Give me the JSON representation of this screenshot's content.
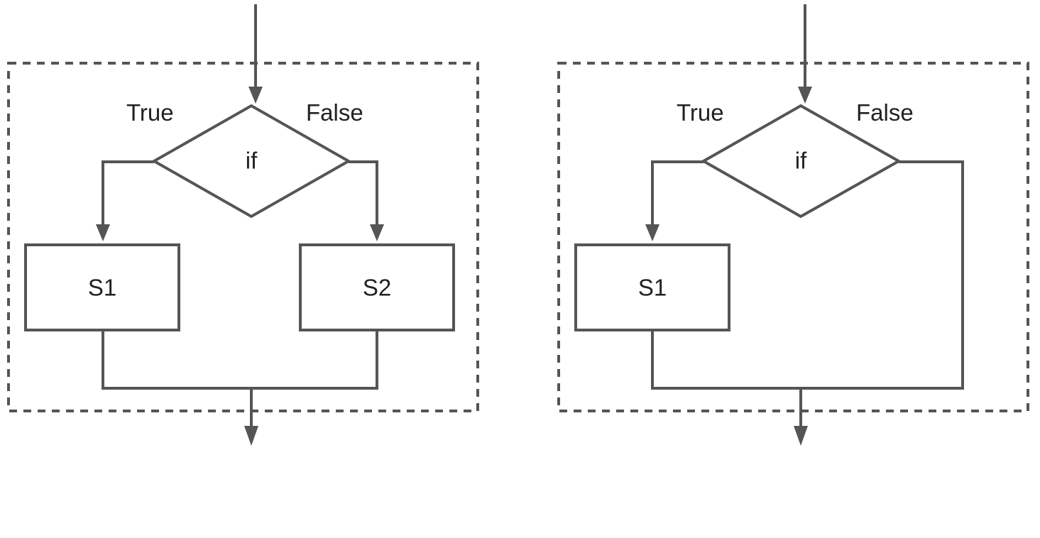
{
  "colors": {
    "stroke": "#555555",
    "text": "#222222",
    "background": "#ffffff"
  },
  "if_else": {
    "condition": "if",
    "true_label": "True",
    "false_label": "False",
    "s1": "S1",
    "s2": "S2"
  },
  "if_only": {
    "condition": "if",
    "true_label": "True",
    "false_label": "False",
    "s1": "S1"
  }
}
